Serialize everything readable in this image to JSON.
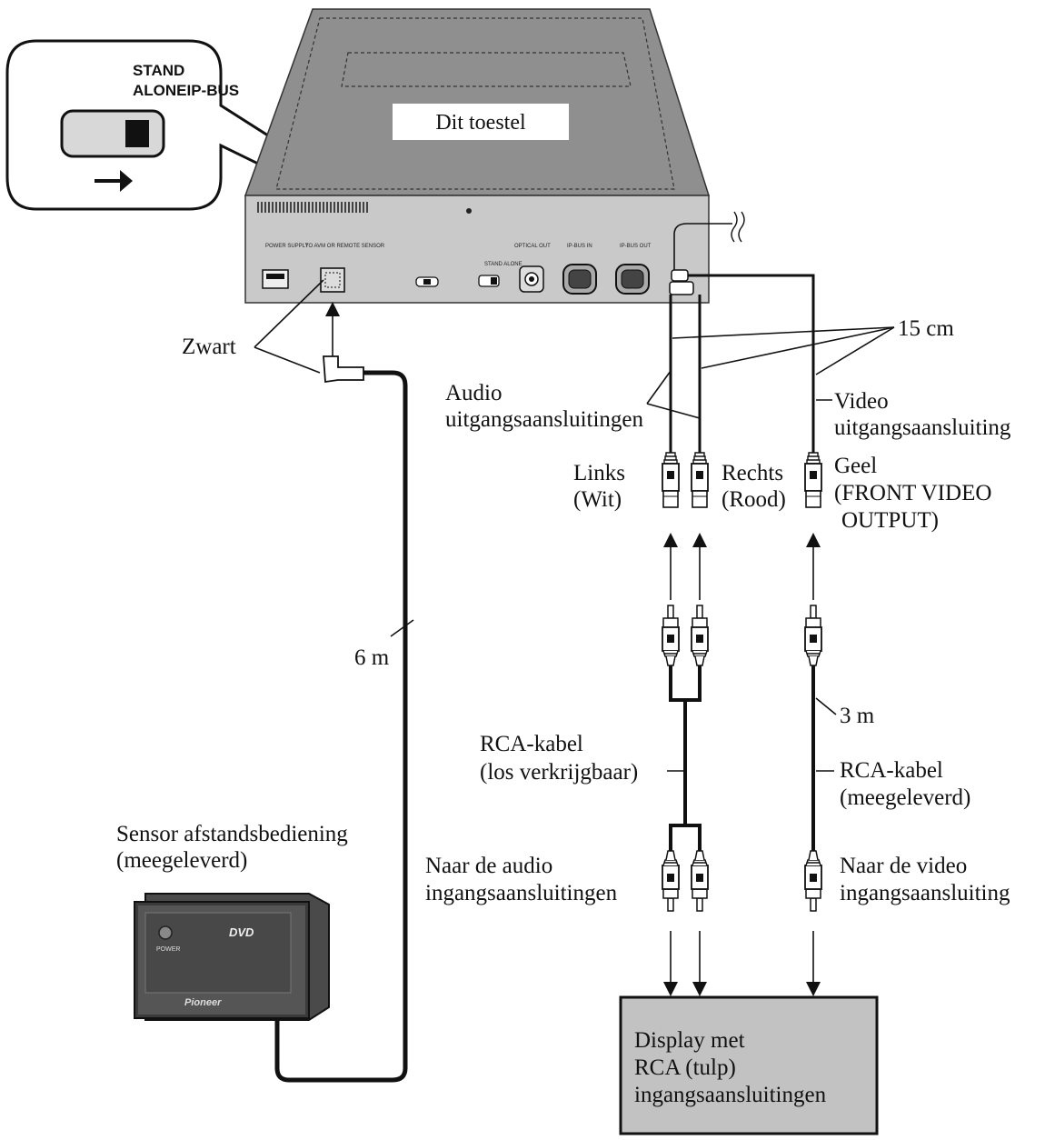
{
  "switch_callout": {
    "label_line1": "STAND",
    "label_line2": "ALONEIP-BUS"
  },
  "unit": {
    "title": "Dit toestel",
    "panel_labels": {
      "power_supply": "POWER SUPPLY",
      "to_avm": "TO AVM OR REMOTE SENSOR",
      "stand_alone": "STAND ALONE",
      "optical_out": "OPTICAL OUT",
      "ip_bus_in": "IP-BUS IN",
      "ip_bus_out": "IP-BUS OUT"
    }
  },
  "labels": {
    "zwart": "Zwart",
    "fifteen_cm": "15 cm",
    "audio_outputs_1": "Audio",
    "audio_outputs_2": "uitgangsaansluitingen",
    "video_output_1": "Video",
    "video_output_2": "uitgangsaansluiting",
    "links_1": "Links",
    "links_2": "(Wit)",
    "rechts_1": "Rechts",
    "rechts_2": "(Rood)",
    "geel_1": "Geel",
    "geel_2": "(FRONT VIDEO",
    "geel_3": "OUTPUT)",
    "six_m": "6 m",
    "three_m": "3 m",
    "rca_audio_1": "RCA-kabel",
    "rca_audio_2": "(los verkrijgbaar)",
    "rca_video_1": "RCA-kabel",
    "rca_video_2": "(meegeleverd)",
    "sensor_1": "Sensor afstandsbediening",
    "sensor_2": "(meegeleverd)",
    "to_audio_in_1": "Naar de audio",
    "to_audio_in_2": "ingangsaansluitingen",
    "to_video_in_1": "Naar de video",
    "to_video_in_2": "ingangsaansluiting",
    "display_1": "Display met",
    "display_2": "RCA (tulp)",
    "display_3": "ingangsaansluitingen"
  },
  "sensor_box": {
    "power_label": "POWER",
    "dvd_logo": "DVD",
    "brand": "Pioneer"
  },
  "colors": {
    "unit_body": "#8f8f8f",
    "unit_panel": "#c9c9c9",
    "display_box": "#c2c2c2",
    "sensor_body": "#4a4a4a"
  }
}
